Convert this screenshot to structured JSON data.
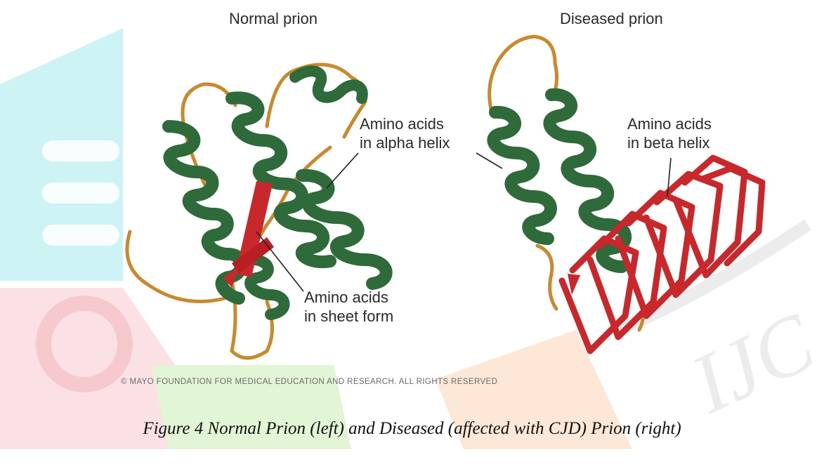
{
  "figure": {
    "left_panel": {
      "title": "Normal prion",
      "label_alpha": [
        "Amino acids",
        "in alpha helix"
      ],
      "label_sheet": [
        "Amino acids",
        "in sheet form"
      ]
    },
    "right_panel": {
      "title": "Diseased prion",
      "label_beta": [
        "Amino acids",
        "in beta helix"
      ]
    },
    "copyright": "© MAYO FOUNDATION FOR MEDICAL EDUCATION AND RESEARCH. ALL RIGHTS RESERVED",
    "caption": "Figure 4 Normal Prion (left) and Diseased (affected with CJD) Prion (right)"
  },
  "colors": {
    "helix_green": "#2f6b3a",
    "helix_dark": "#1c4a26",
    "coil_orange": "#c98a2e",
    "sheet_red": "#c8282c",
    "watermark_cyan": "#cdf3f4",
    "watermark_pink": "#fbe1e4",
    "watermark_green": "#e2f6d6",
    "watermark_orange": "#fde8d8",
    "watermark_gray": "#ececec"
  }
}
